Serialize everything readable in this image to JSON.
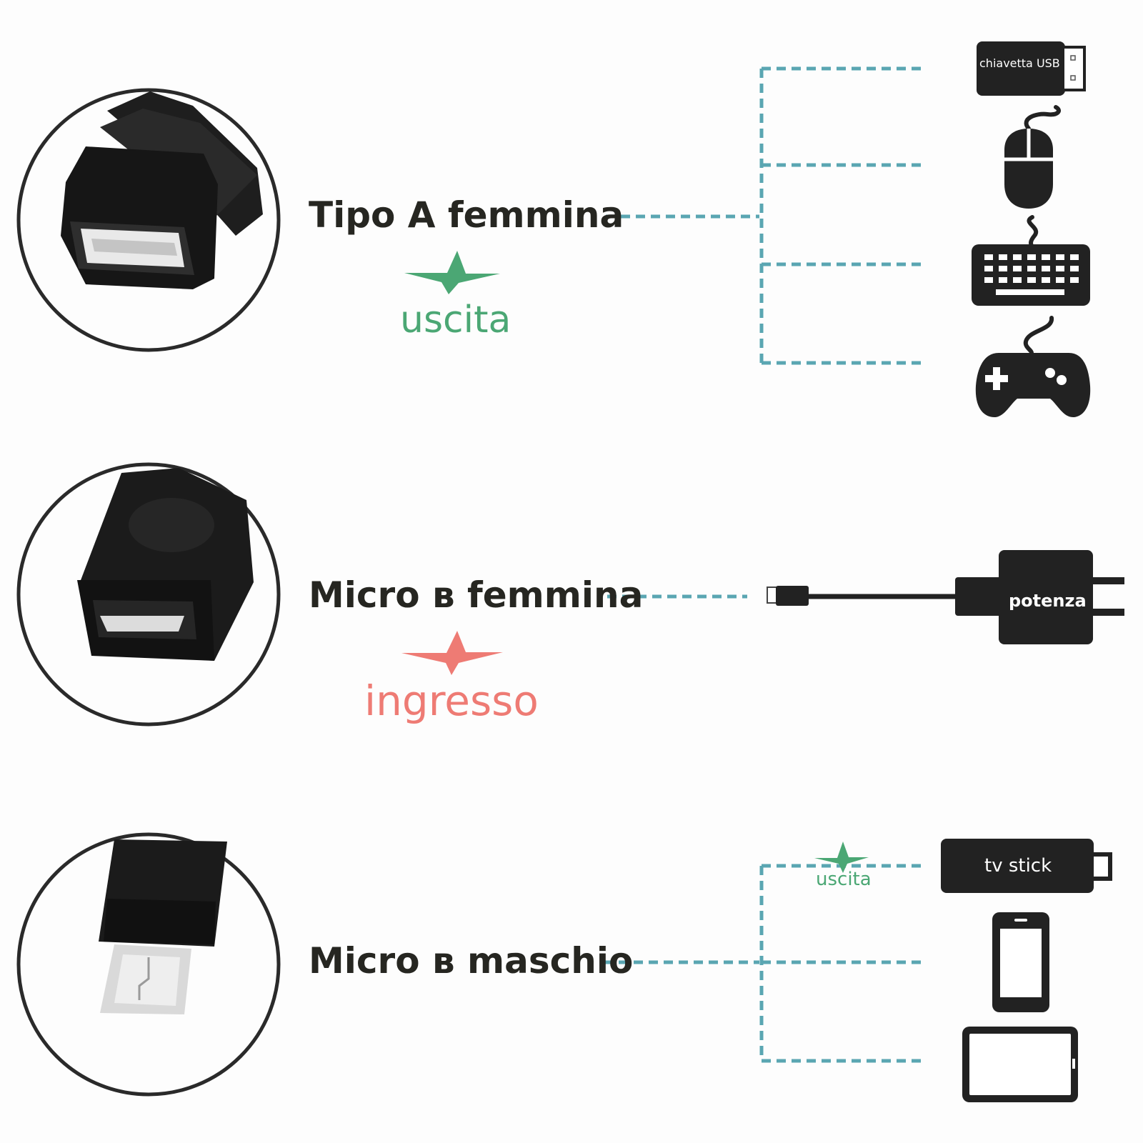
{
  "connectors": [
    {
      "title": "Tipo A femmina",
      "flow": "uscita"
    },
    {
      "title": "Micro в femmina",
      "flow": "ingresso"
    },
    {
      "title": "Micro в maschio",
      "flow": "uscita"
    }
  ],
  "devices": {
    "usb_stick": "chiavetta USB",
    "charger": "potenza",
    "tv_stick": "tv stick"
  },
  "icons": [
    "usb-stick-icon",
    "mouse-icon",
    "keyboard-icon",
    "gamepad-icon",
    "charger-icon",
    "tv-stick-icon",
    "smartphone-icon",
    "tablet-icon",
    "lightning-icon"
  ],
  "colors": {
    "output": "#4ba774",
    "input": "#ee7b74",
    "line": "#5aa6b2",
    "device": "#222222",
    "text": "#262621"
  }
}
